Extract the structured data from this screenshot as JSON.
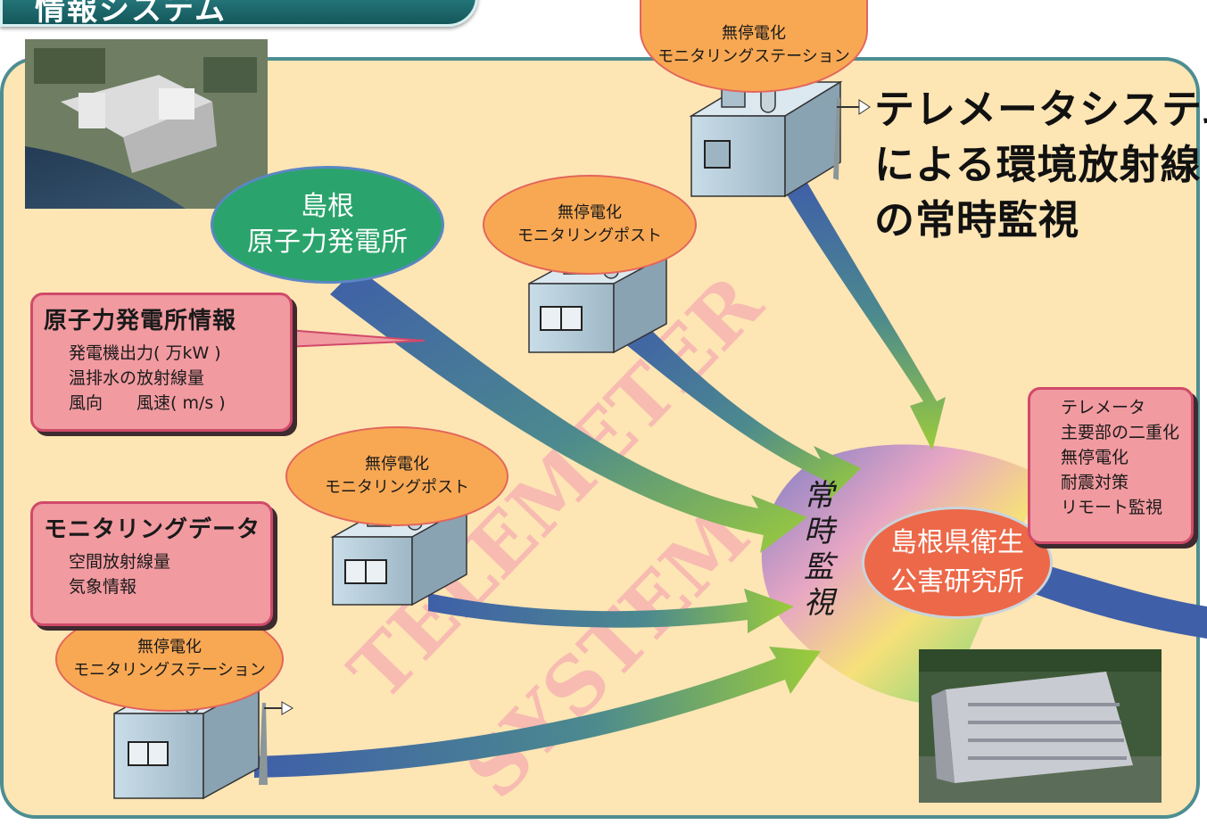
{
  "header": {
    "title": "情報システム"
  },
  "headline": {
    "lines": [
      "テレメータシステム",
      "による環境放射線",
      "の常時監視"
    ]
  },
  "watermark": {
    "line1": "TELEMETER",
    "line2": "SYSTEM"
  },
  "plant": {
    "lines": [
      "島根",
      "原子力発電所"
    ]
  },
  "stations": {
    "top": {
      "lines": [
        "無停電化",
        "モニタリングステーション"
      ]
    },
    "post_center": {
      "lines": [
        "無停電化",
        "モニタリングポスト"
      ]
    },
    "post_lower": {
      "lines": [
        "無停電化",
        "モニタリングポスト"
      ]
    },
    "bottom_left": {
      "lines": [
        "無停電化",
        "モニタリングステーション"
      ]
    }
  },
  "plant_info": {
    "title": "原子力発電所情報",
    "items": [
      "発電機出力( 万kW )",
      "温排水の放射線量",
      "風向　　風速( m/s )"
    ]
  },
  "monitoring_data": {
    "title": "モニタリングデータ",
    "items": [
      "空間放射線量",
      "気象情報"
    ]
  },
  "telemeter_features": {
    "items": [
      "テレメータ",
      "主要部の二重化",
      "無停電化",
      "耐震対策",
      "リモート監視"
    ]
  },
  "monitoring": {
    "label": "常時監視"
  },
  "institute": {
    "lines": [
      "島根県衛生",
      "公害研究所"
    ]
  },
  "colors": {
    "panel": "#fde5b4",
    "border": "#4d8e91",
    "orange_oval": "#f8a853",
    "green_oval": "#2aa46c",
    "red_oval": "#ec6848",
    "card": "#f19aa0",
    "watermark": "#f6aeb0"
  }
}
